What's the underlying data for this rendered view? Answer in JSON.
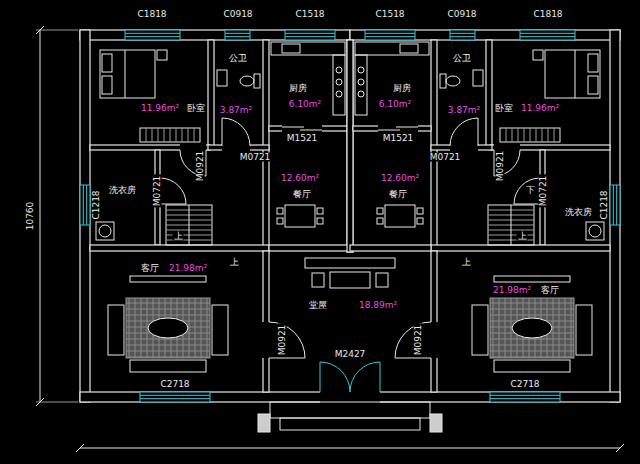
{
  "diagram": {
    "nodes": [
      {
        "text": [
          "卧室",
          "11.96m²"
        ]
      },
      {
        "text": [
          "公卫",
          "3.87m²"
        ]
      },
      {
        "text": [
          "厨房",
          "6.10m²"
        ]
      },
      {
        "text": [
          "厨房",
          "6.10m²"
        ]
      },
      {
        "text": [
          "公卫",
          "3.87m²"
        ]
      },
      {
        "text": [
          "卧室",
          "11.96m²"
        ]
      },
      {
        "text": [
          "洗衣房"
        ]
      },
      {
        "text": [
          "餐厅",
          "12.60m²"
        ]
      },
      {
        "text": [
          "餐厅",
          "12.60m²"
        ]
      },
      {
        "text": [
          "洗衣房"
        ]
      },
      {
        "text": [
          "客厅",
          "21.98m²"
        ]
      },
      {
        "text": [
          "堂屋",
          "18.89m²"
        ]
      },
      {
        "text": [
          "客厅",
          "21.98m²"
        ]
      }
    ],
    "labels": [
      "C1818",
      "C0918",
      "C1518",
      "C1518",
      "C0918",
      "C1818",
      "M0721",
      "M0921",
      "M1521",
      "M1521",
      "M0721",
      "M0921",
      "M0721",
      "C1218",
      "上",
      "下",
      "M0721",
      "C1218",
      "上",
      "上",
      "上",
      "M0921",
      "M2427",
      "M0921",
      "C2718",
      "C2718",
      "10760"
    ]
  }
}
